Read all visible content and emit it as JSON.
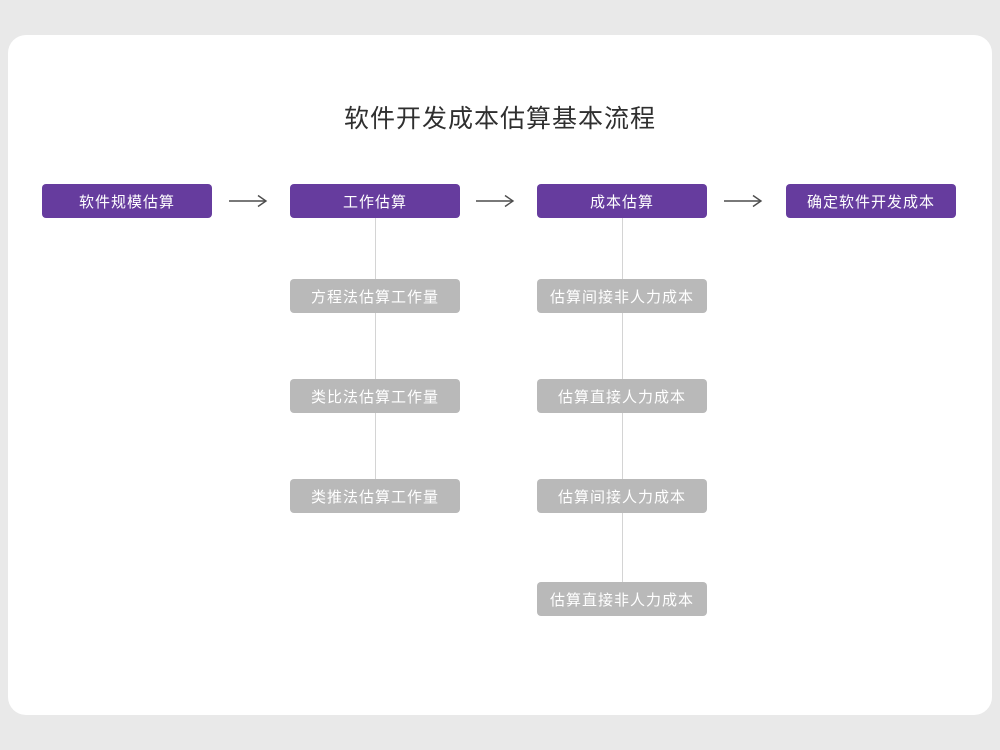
{
  "page": {
    "background": "#e9e9e9",
    "card_background": "#ffffff"
  },
  "colors": {
    "primary_node": "#663c9e",
    "secondary_node": "#b9b9b9",
    "node_text": "#ffffff",
    "arrow": "#4d4d4d",
    "connector": "#d4d4d4",
    "title_text": "#2f2f2f"
  },
  "title": "软件开发成本估算基本流程",
  "flow": {
    "main_steps": [
      {
        "label": "软件规模估算"
      },
      {
        "label": "工作估算"
      },
      {
        "label": "成本估算"
      },
      {
        "label": "确定软件开发成本"
      }
    ],
    "work_estimation_methods": [
      {
        "label": "方程法估算工作量"
      },
      {
        "label": "类比法估算工作量"
      },
      {
        "label": "类推法估算工作量"
      }
    ],
    "cost_estimation_items": [
      {
        "label": "估算间接非人力成本"
      },
      {
        "label": "估算直接人力成本"
      },
      {
        "label": "估算间接人力成本"
      },
      {
        "label": "估算直接非人力成本"
      }
    ]
  }
}
